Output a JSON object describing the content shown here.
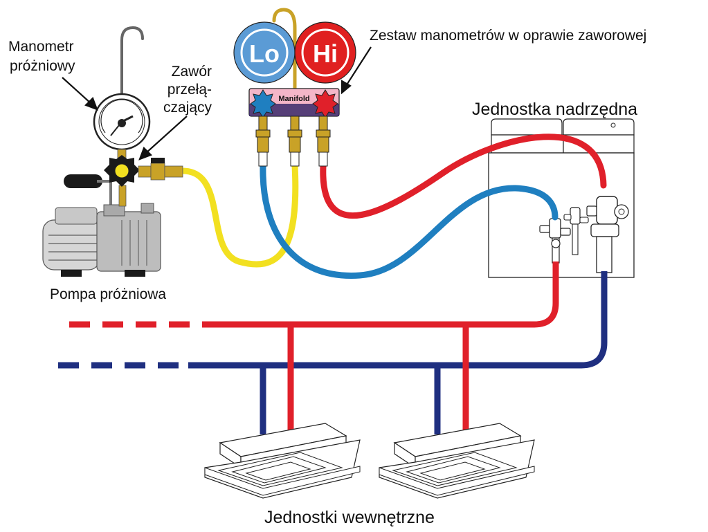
{
  "labels": {
    "vacuum_gauge": [
      "Manometr",
      "próżniowy"
    ],
    "switch_valve": [
      "Zawór",
      "przełą-",
      "czający"
    ],
    "manifold_set": "Zestaw manometrów w oprawie zaworowej",
    "outdoor_unit": "Jednostka nadrzędna",
    "vacuum_pump": "Pompa próżniowa",
    "indoor_units": "Jednostki wewnętrzne"
  },
  "manifold": {
    "low_label": "Lo",
    "high_label": "Hi",
    "body_label": "Manifold"
  },
  "colors": {
    "low_gauge": "#5b9bd5",
    "high_gauge": "#e02020",
    "hose_blue": "#1f7fc0",
    "hose_yellow": "#f2e020",
    "hose_red": "#e0202a",
    "pipe_red": "#e0202a",
    "pipe_navy": "#1f2f80",
    "brass": "#c9a227",
    "manifold_body": "#f4b6c8"
  }
}
